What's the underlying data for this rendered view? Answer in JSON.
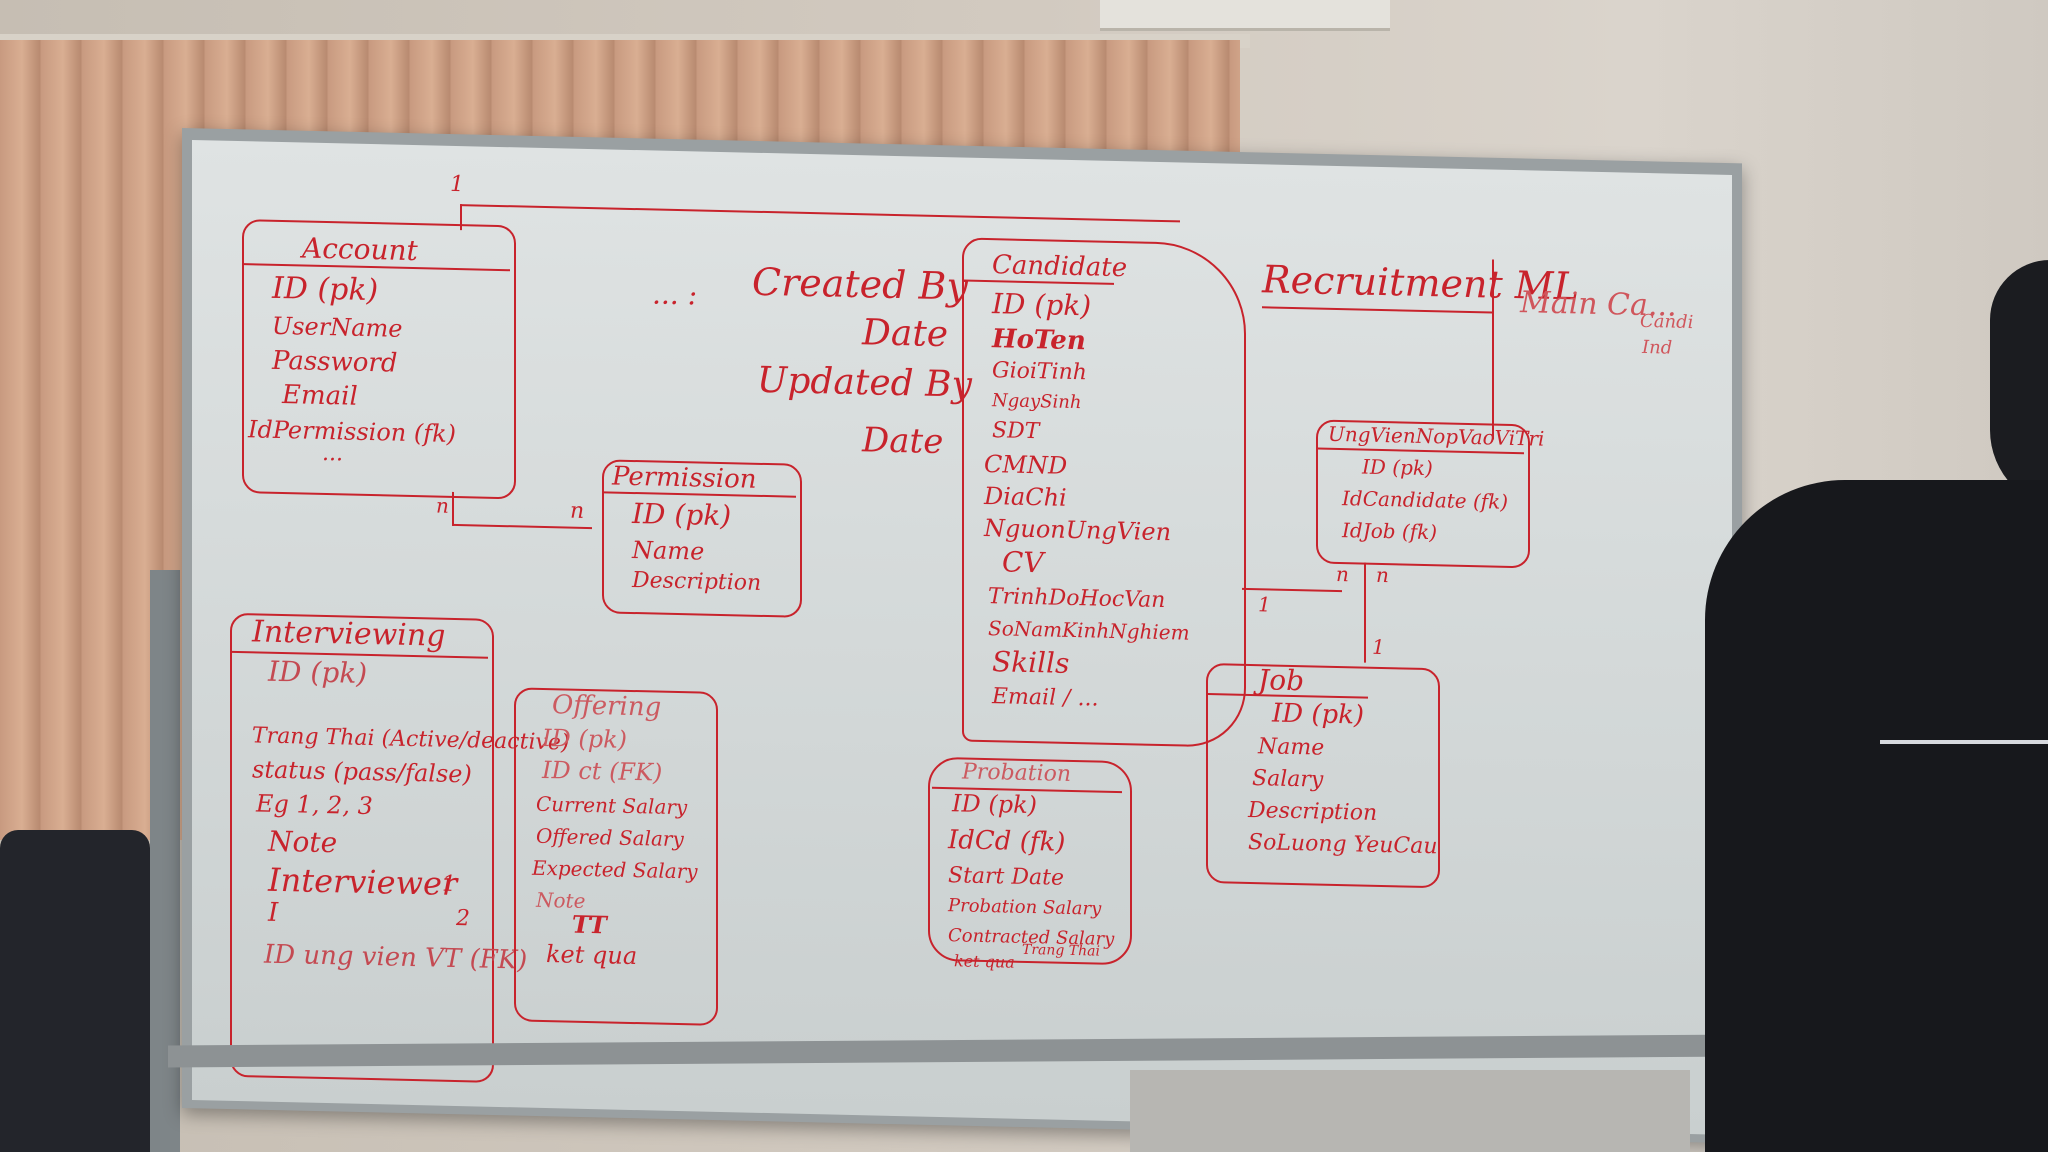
{
  "board": {
    "account": {
      "title": "Account",
      "fields": [
        "ID (pk)",
        "UserName",
        "Password",
        "Email",
        "IdPermission (fk)",
        "..."
      ]
    },
    "permission": {
      "title": "Permission",
      "fields": [
        "ID (pk)",
        "Name",
        "Description"
      ]
    },
    "audit": {
      "prefix": "... :",
      "lines": [
        "Created By",
        "Date",
        "Updated By",
        "Date"
      ]
    },
    "candidate": {
      "title": "Candidate",
      "fields": [
        "ID (pk)",
        "HoTen",
        "GioiTinh",
        "NgaySinh",
        "SDT",
        "CMND",
        "DiaChi",
        "NguonUngVien",
        "CV",
        "TrinhDoHocVan",
        "SoNamKinhNghiem",
        "Skills",
        "Email / ..."
      ]
    },
    "recruitment": {
      "title": "Recruitment ML",
      "sub": "Main Ca...",
      "side": [
        "Candi",
        "Ind"
      ]
    },
    "ungvien_vitri": {
      "title": "UngVienNopVaoViTri",
      "fields": [
        "ID (pk)",
        "IdCandidate (fk)",
        "IdJob (fk)"
      ]
    },
    "interviewing": {
      "title": "Interviewing",
      "fields": [
        "ID (pk)",
        "Trang Thai (Active/deactive)",
        "status (pass/false)",
        "Eg 1, 2, 3",
        "Note",
        "Interviewer",
        "I",
        "ID ung vien VT (FK)"
      ],
      "marks": [
        "1",
        "2"
      ]
    },
    "offering": {
      "title": "Offering",
      "fields": [
        "ID (pk)",
        "ID ct (FK)",
        "Current Salary",
        "Offered Salary",
        "Expected Salary",
        "Note",
        "TT",
        "ket qua"
      ]
    },
    "probation": {
      "title": "Probation",
      "fields": [
        "ID (pk)",
        "IdCd (fk)",
        "Start Date",
        "Probation Salary",
        "Contracted Salary",
        "ket qua",
        "Trang Thai"
      ]
    },
    "job": {
      "title": "Job",
      "fields": [
        "ID (pk)",
        "Name",
        "Salary",
        "Description",
        "SoLuong YeuCau"
      ]
    },
    "cardinality": {
      "acct_top": "1",
      "acct_n": "n",
      "perm_n": "n",
      "cand_1": "1",
      "uv_n1": "n",
      "uv_n2": "n",
      "job_1": "1"
    }
  },
  "colors": {
    "marker": "#c8232c",
    "board": "#d8dcdc"
  }
}
